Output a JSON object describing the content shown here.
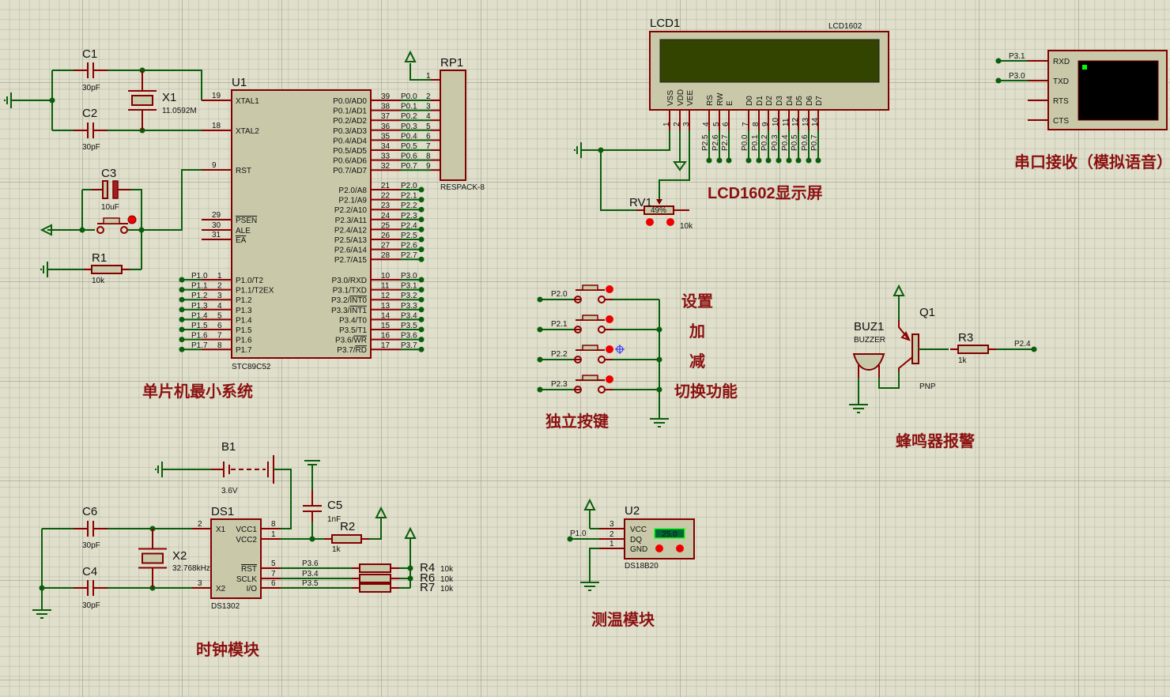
{
  "colors": {
    "wire": "#0b5e0b",
    "pin": "#8b0000",
    "body": "#c9c9a9",
    "outline": "#800000",
    "caption": "#8b1111",
    "lcd_screen": "#334400"
  },
  "u1": {
    "ref": "U1",
    "part": "STC89C52",
    "left": [
      {
        "num": "19",
        "name": "XTAL1"
      },
      {
        "num": "18",
        "name": "XTAL2"
      },
      {
        "num": "9",
        "name": "RST"
      },
      {
        "num": "29",
        "name": "PSEN",
        "ol": true
      },
      {
        "num": "30",
        "name": "ALE"
      },
      {
        "num": "31",
        "name": "EA",
        "ol": true
      }
    ],
    "p1": [
      {
        "num": "1",
        "name": "P1.0/T2",
        "net": "P1.0"
      },
      {
        "num": "2",
        "name": "P1.1/T2EX",
        "net": "P1.1"
      },
      {
        "num": "3",
        "name": "P1.2",
        "net": "P1.2"
      },
      {
        "num": "4",
        "name": "P1.3",
        "net": "P1.3"
      },
      {
        "num": "5",
        "name": "P1.4",
        "net": "P1.4"
      },
      {
        "num": "6",
        "name": "P1.5",
        "net": "P1.5"
      },
      {
        "num": "7",
        "name": "P1.6",
        "net": "P1.6"
      },
      {
        "num": "8",
        "name": "P1.7",
        "net": "P1.7"
      }
    ],
    "p0": [
      {
        "num": "39",
        "name": "P0.0/AD0",
        "net": "P0.0"
      },
      {
        "num": "38",
        "name": "P0.1/AD1",
        "net": "P0.1"
      },
      {
        "num": "37",
        "name": "P0.2/AD2",
        "net": "P0.2"
      },
      {
        "num": "36",
        "name": "P0.3/AD3",
        "net": "P0.3"
      },
      {
        "num": "35",
        "name": "P0.4/AD4",
        "net": "P0.4"
      },
      {
        "num": "34",
        "name": "P0.5/AD5",
        "net": "P0.5"
      },
      {
        "num": "33",
        "name": "P0.6/AD6",
        "net": "P0.6"
      },
      {
        "num": "32",
        "name": "P0.7/AD7",
        "net": "P0.7"
      }
    ],
    "p2": [
      {
        "num": "21",
        "name": "P2.0/A8",
        "net": "P2.0"
      },
      {
        "num": "22",
        "name": "P2.1/A9",
        "net": "P2.1"
      },
      {
        "num": "23",
        "name": "P2.2/A10",
        "net": "P2.2"
      },
      {
        "num": "24",
        "name": "P2.3/A11",
        "net": "P2.3"
      },
      {
        "num": "25",
        "name": "P2.4/A12",
        "net": "P2.4"
      },
      {
        "num": "26",
        "name": "P2.5/A13",
        "net": "P2.5"
      },
      {
        "num": "27",
        "name": "P2.6/A14",
        "net": "P2.6"
      },
      {
        "num": "28",
        "name": "P2.7/A15",
        "net": "P2.7"
      }
    ],
    "p3": [
      {
        "num": "10",
        "name": "P3.0/RXD",
        "net": "P3.0"
      },
      {
        "num": "11",
        "name": "P3.1/TXD",
        "net": "P3.1"
      },
      {
        "num": "12",
        "name": "P3.2/",
        "ol": "INT0",
        "net": "P3.2"
      },
      {
        "num": "13",
        "name": "P3.3/",
        "ol": "INT1",
        "net": "P3.3"
      },
      {
        "num": "14",
        "name": "P3.4/T0",
        "net": "P3.4"
      },
      {
        "num": "15",
        "name": "P3.5/T1",
        "net": "P3.5"
      },
      {
        "num": "16",
        "name": "P3.6/",
        "ol": "WR",
        "net": "P3.6"
      },
      {
        "num": "17",
        "name": "P3.7/",
        "ol": "RD",
        "net": "P3.7"
      }
    ]
  },
  "rp1": {
    "ref": "RP1",
    "part": "RESPACK-8",
    "nums": [
      "1",
      "2",
      "3",
      "4",
      "5",
      "6",
      "7",
      "8",
      "9"
    ]
  },
  "mcu_block": {
    "c1": {
      "ref": "C1",
      "value": "30pF"
    },
    "c2": {
      "ref": "C2",
      "value": "30pF"
    },
    "x1": {
      "ref": "X1",
      "value": "11.0592M"
    },
    "c3": {
      "ref": "C3",
      "value": "10uF"
    },
    "r1": {
      "ref": "R1",
      "value": "10k"
    },
    "caption": "单片机最小系统"
  },
  "lcd": {
    "ref": "LCD1",
    "part": "LCD1602",
    "pins": [
      {
        "n": "VSS",
        "num": "1"
      },
      {
        "n": "VDD",
        "num": "2"
      },
      {
        "n": "VEE",
        "num": "3"
      },
      {
        "n": "RS",
        "num": "4",
        "net": "P2.5"
      },
      {
        "n": "RW",
        "num": "5",
        "net": "P2.6"
      },
      {
        "n": "E",
        "num": "6",
        "net": "P2.7"
      },
      {
        "n": "D0",
        "num": "7",
        "net": "P0.0"
      },
      {
        "n": "D1",
        "num": "8",
        "net": "P0.1"
      },
      {
        "n": "D2",
        "num": "9",
        "net": "P0.2"
      },
      {
        "n": "D3",
        "num": "10",
        "net": "P0.3"
      },
      {
        "n": "D4",
        "num": "11",
        "net": "P0.4"
      },
      {
        "n": "D5",
        "num": "12",
        "net": "P0.5"
      },
      {
        "n": "D6",
        "num": "13",
        "net": "P0.6"
      },
      {
        "n": "D7",
        "num": "14",
        "net": "P0.7"
      }
    ],
    "rv1": {
      "ref": "RV1",
      "value": "10k",
      "position": "49%"
    },
    "caption": "LCD1602显示屏"
  },
  "terminal": {
    "pins": [
      {
        "n": "RXD",
        "net": "P3.1"
      },
      {
        "n": "TXD",
        "net": "P3.0"
      },
      {
        "n": "RTS"
      },
      {
        "n": "CTS"
      }
    ],
    "caption": "串口接收（模拟语音）"
  },
  "keys": {
    "rows": [
      {
        "net": "P2.0",
        "label": "设置"
      },
      {
        "net": "P2.1",
        "label": "加"
      },
      {
        "net": "P2.2",
        "label": "减"
      },
      {
        "net": "P2.3",
        "label": "切换功能"
      }
    ],
    "caption": "独立按键"
  },
  "buzzer": {
    "buz": {
      "ref": "BUZ1",
      "part": "BUZZER"
    },
    "q1": {
      "ref": "Q1",
      "part": "PNP"
    },
    "r3": {
      "ref": "R3",
      "value": "1k"
    },
    "net": "P2.4",
    "caption": "蜂鸣器报警"
  },
  "clock": {
    "b1": {
      "ref": "B1",
      "value": "3.6V"
    },
    "c5": {
      "ref": "C5",
      "value": "1nF"
    },
    "r2": {
      "ref": "R2",
      "value": "1k"
    },
    "c6": {
      "ref": "C6",
      "value": "30pF"
    },
    "c4": {
      "ref": "C4",
      "value": "30pF"
    },
    "x2": {
      "ref": "X2",
      "value": "32.768kHz"
    },
    "ds1": {
      "ref": "DS1",
      "part": "DS1302",
      "pins": [
        {
          "n": "X1",
          "num": "2"
        },
        {
          "n": "VCC1",
          "num": "8"
        },
        {
          "n": "VCC2",
          "num": "1"
        },
        {
          "n": "RST",
          "num": "5",
          "net": "P3.6",
          "ol": true
        },
        {
          "n": "SCLK",
          "num": "7",
          "net": "P3.4"
        },
        {
          "n": "I/O",
          "num": "6",
          "net": "P3.5"
        },
        {
          "n": "X2",
          "num": "3"
        }
      ]
    },
    "pullups": [
      {
        "ref": "R4",
        "value": "10k"
      },
      {
        "ref": "R6",
        "value": "10k"
      },
      {
        "ref": "R7",
        "value": "10k"
      }
    ],
    "caption": "时钟模块"
  },
  "temp": {
    "u2": {
      "ref": "U2",
      "part": "DS18B20",
      "reading": "25.0",
      "pins": [
        {
          "n": "VCC",
          "num": "3"
        },
        {
          "n": "DQ",
          "num": "2",
          "net": "P1.0"
        },
        {
          "n": "GND",
          "num": "1"
        }
      ]
    },
    "caption": "测温模块"
  }
}
